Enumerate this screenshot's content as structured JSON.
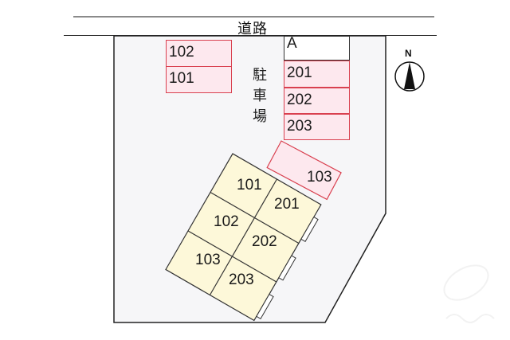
{
  "road": {
    "label": "道路"
  },
  "parking": {
    "label_chars": [
      "駐",
      "車",
      "場"
    ],
    "left_slots": [
      {
        "label": "102"
      },
      {
        "label": "101"
      }
    ],
    "right_slots": [
      {
        "label": "A"
      },
      {
        "label": "201"
      },
      {
        "label": "202"
      },
      {
        "label": "203"
      }
    ],
    "angled_slot": {
      "label": "103"
    }
  },
  "building": {
    "units": [
      {
        "label": "101"
      },
      {
        "label": "201"
      },
      {
        "label": "102"
      },
      {
        "label": "202"
      },
      {
        "label": "103"
      },
      {
        "label": "203"
      }
    ]
  },
  "compass": {
    "label": "N"
  },
  "colors": {
    "parking_fill": "#fde8ee",
    "parking_border": "#d9404f",
    "building_fill": "#fdf8d9",
    "lot_fill": "#f6f6f8"
  }
}
